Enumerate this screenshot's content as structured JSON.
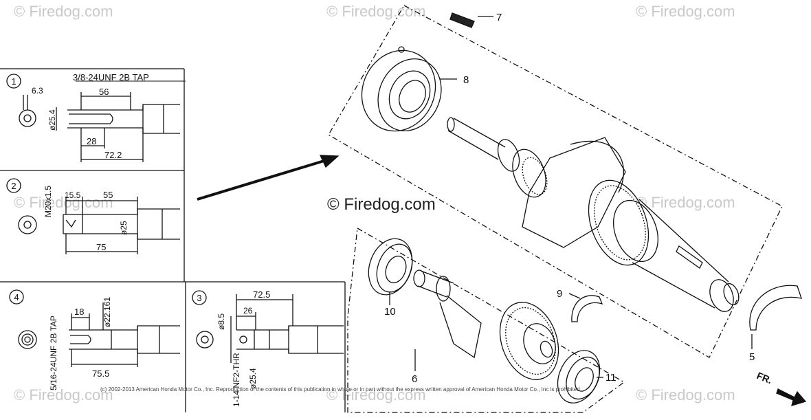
{
  "watermark": {
    "text": "© Firedog.com",
    "center_text": "© Firedog.com"
  },
  "copyright": "(c) 2002-2013 American Honda Motor Co., Inc. Reproduction of the contents of this publication in whole or in part without the express written approval of American Honda Motor Co., Inc is prohibited.",
  "parts": {
    "p5": "5",
    "p6": "6",
    "p7": "7",
    "p8": "8",
    "p9": "9",
    "p10": "10",
    "p11": "11"
  },
  "front_marker": "FR.",
  "types": {
    "t1": {
      "num": "1",
      "tap": "3/8-24UNF 2B TAP",
      "d1": "6.3",
      "d2": "56",
      "d3": "ø25.4",
      "d4": "28",
      "d5": "72.2"
    },
    "t2": {
      "num": "2",
      "thread": "M20x1.5",
      "d1": "15.5",
      "d2": "55",
      "d3": "ø25",
      "d4": "75"
    },
    "t3": {
      "num": "3",
      "d1": "72.5",
      "d2": "ø8.5",
      "d3": "26",
      "thread": "1-14 NF2-THR",
      "d4": "ø25.4"
    },
    "t4": {
      "num": "4",
      "tap": "5/16-24UNF 2B TAP",
      "d1": "18",
      "d2": "ø22.161",
      "d3": "75.5"
    }
  }
}
